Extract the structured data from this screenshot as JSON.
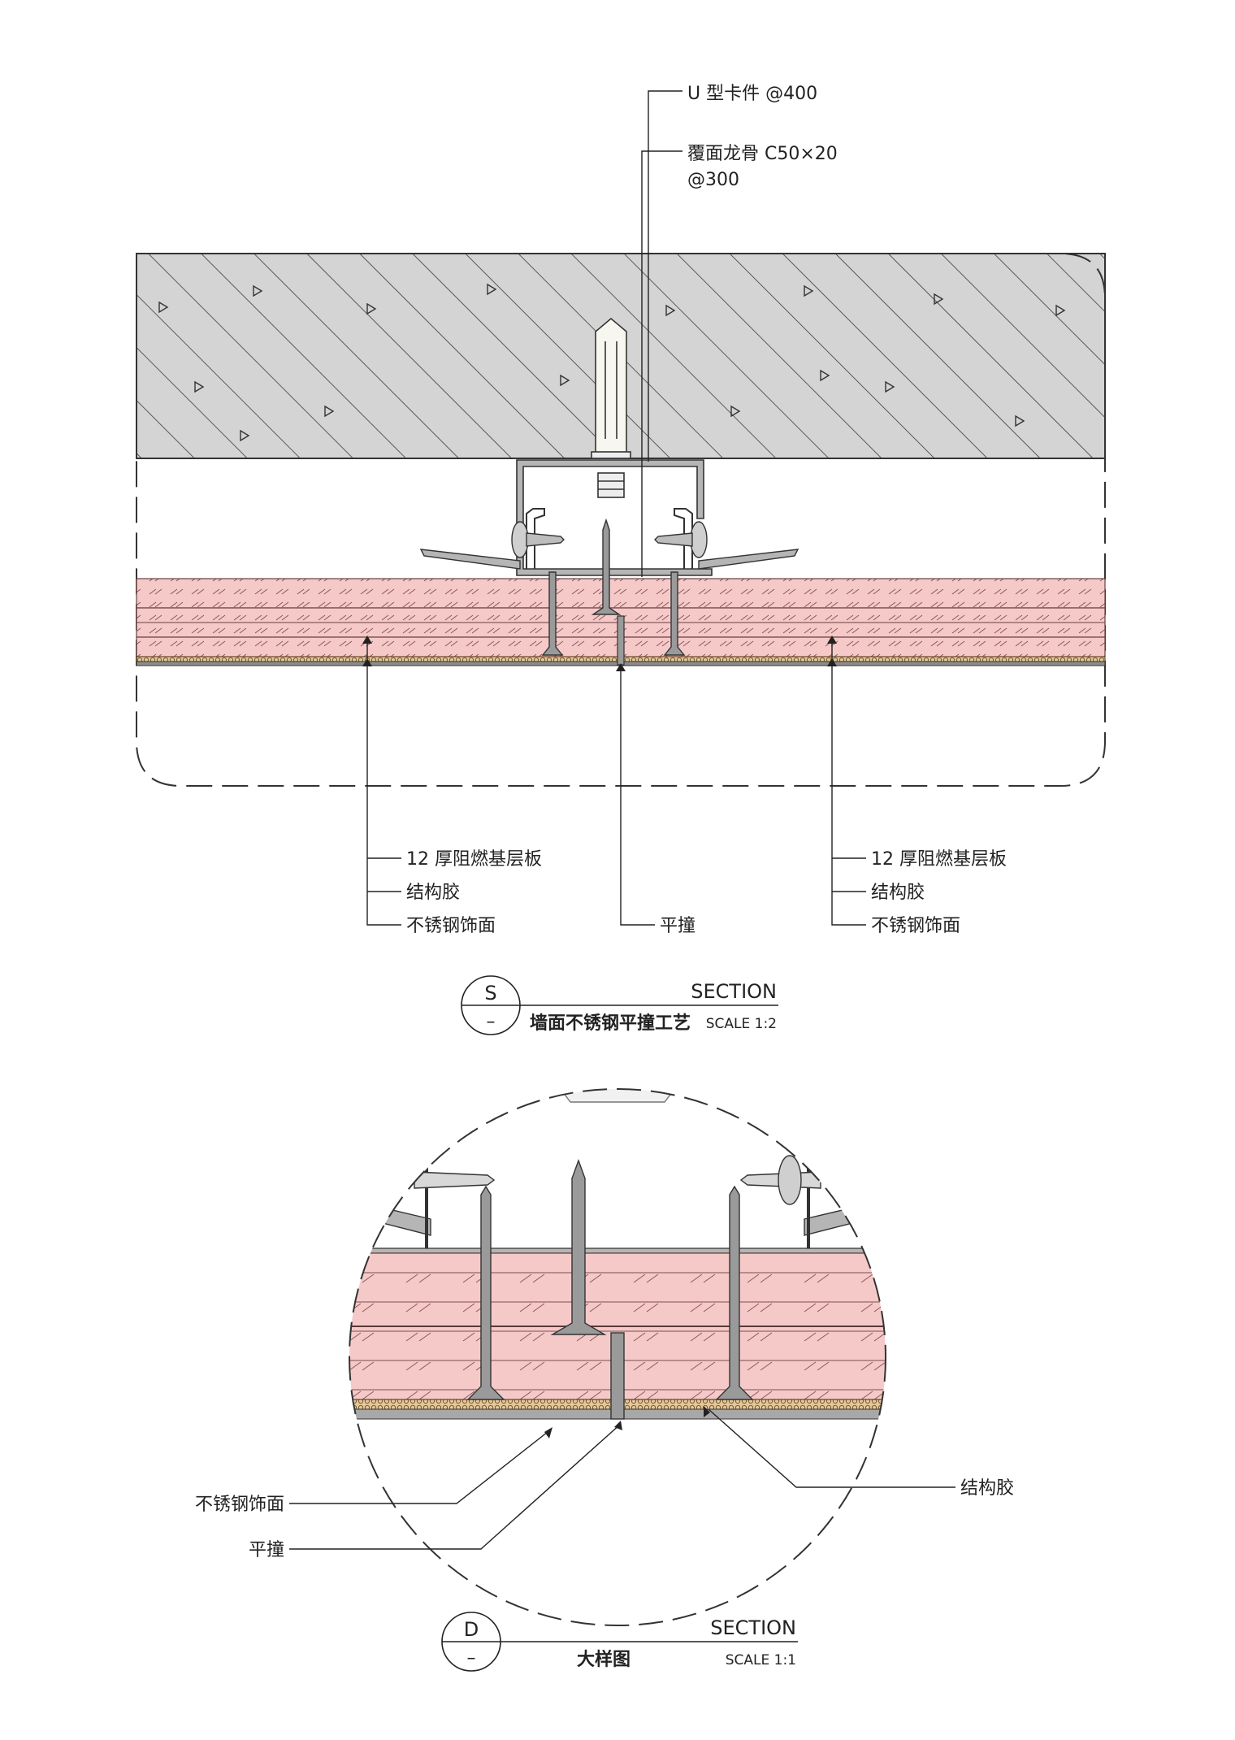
{
  "top_callouts": {
    "u_clip": "U 型卡件 @400",
    "channel_line1": "覆面龙骨 C50×20",
    "channel_line2": "@300"
  },
  "bottom_callouts": {
    "left": [
      "12 厚阻燃基层板",
      "结构胶",
      "不锈钢饰面"
    ],
    "center": "平撞",
    "right": [
      "12 厚阻燃基层板",
      "结构胶",
      "不锈钢饰面"
    ]
  },
  "title_s": {
    "letter": "S",
    "sub": "–",
    "section": "SECTION",
    "name": "墙面不锈钢平撞工艺",
    "scale": "SCALE 1:2"
  },
  "detail_callouts": {
    "stainless": "不锈钢饰面",
    "joint": "平撞",
    "glue": "结构胶"
  },
  "title_d": {
    "letter": "D",
    "sub": "–",
    "section": "SECTION",
    "name": "大样图",
    "scale": "SCALE 1:1"
  },
  "colors": {
    "concrete": "#d4d4d4",
    "board": "#f6c9c9",
    "glue": "#e3c79c",
    "metal": "#a8a8a8",
    "ink": "#222222"
  }
}
